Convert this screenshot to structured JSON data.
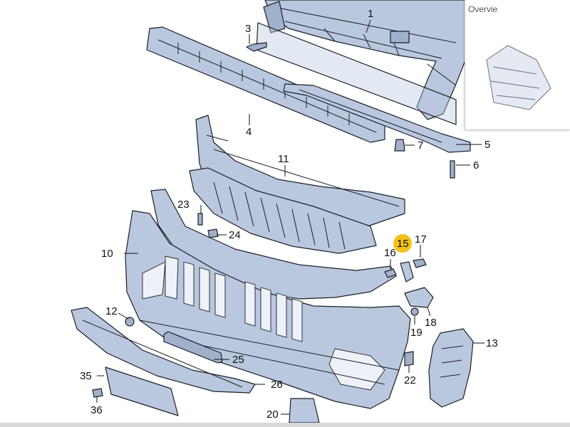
{
  "overview": {
    "title": "Overvie"
  },
  "callouts": [
    {
      "id": "1",
      "text": "1",
      "highlight": false
    },
    {
      "id": "3",
      "text": "3",
      "highlight": false
    },
    {
      "id": "4",
      "text": "4",
      "highlight": false
    },
    {
      "id": "5",
      "text": "5",
      "highlight": false
    },
    {
      "id": "6",
      "text": "6",
      "highlight": false
    },
    {
      "id": "7",
      "text": "7",
      "highlight": false
    },
    {
      "id": "10",
      "text": "10",
      "highlight": false
    },
    {
      "id": "11",
      "text": "11",
      "highlight": false
    },
    {
      "id": "12",
      "text": "12",
      "highlight": false
    },
    {
      "id": "13",
      "text": "13",
      "highlight": false
    },
    {
      "id": "15",
      "text": "15",
      "highlight": true
    },
    {
      "id": "16",
      "text": "16",
      "highlight": false
    },
    {
      "id": "17",
      "text": "17",
      "highlight": false
    },
    {
      "id": "18",
      "text": "18",
      "highlight": false
    },
    {
      "id": "19",
      "text": "19",
      "highlight": false
    },
    {
      "id": "20",
      "text": "20",
      "highlight": false
    },
    {
      "id": "22",
      "text": "22",
      "highlight": false
    },
    {
      "id": "23",
      "text": "23",
      "highlight": false
    },
    {
      "id": "24",
      "text": "24",
      "highlight": false
    },
    {
      "id": "25",
      "text": "25",
      "highlight": false
    },
    {
      "id": "26",
      "text": "26",
      "highlight": false
    },
    {
      "id": "35",
      "text": "35",
      "highlight": false
    },
    {
      "id": "36",
      "text": "36",
      "highlight": false
    }
  ],
  "colors": {
    "highlight": "#f2c21a",
    "part_fill": "#b9c8de",
    "outline": "#1c1f26"
  }
}
